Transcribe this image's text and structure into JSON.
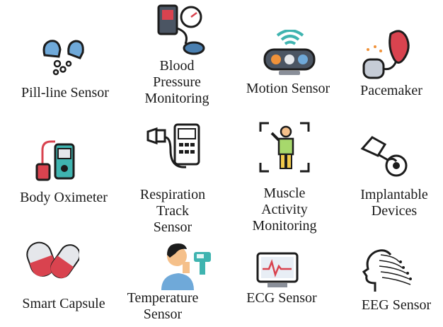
{
  "items": [
    {
      "label": "Pill-line Sensor",
      "icon": "pill-line-sensor-icon"
    },
    {
      "label": "Blood\nPressure\nMonitoring",
      "icon": "blood-pressure-monitor-icon"
    },
    {
      "label": "Motion Sensor",
      "icon": "motion-sensor-icon"
    },
    {
      "label": "Pacemaker",
      "icon": "pacemaker-icon"
    },
    {
      "label": "Body Oximeter",
      "icon": "body-oximeter-icon"
    },
    {
      "label": "Respiration\nTrack Sensor",
      "icon": "respiration-track-sensor-icon"
    },
    {
      "label": "Muscle Activity\nMonitoring",
      "icon": "muscle-activity-icon"
    },
    {
      "label": "Implantable\nDevices",
      "icon": "implantable-device-icon"
    },
    {
      "label": "Smart Capsule",
      "icon": "smart-capsule-icon"
    },
    {
      "label": "Temperature\nSensor",
      "icon": "temperature-sensor-icon"
    },
    {
      "label": "ECG Sensor",
      "icon": "ecg-sensor-icon"
    },
    {
      "label": "EEG Sensor",
      "icon": "eeg-sensor-icon"
    }
  ],
  "colors": {
    "outline": "#1c1c1c",
    "blue": "#6fa9d9",
    "red": "#d9434f",
    "teal": "#3fb4b0",
    "orange": "#f0923a",
    "skin": "#f5c08a",
    "gray": "#8a8f99"
  }
}
